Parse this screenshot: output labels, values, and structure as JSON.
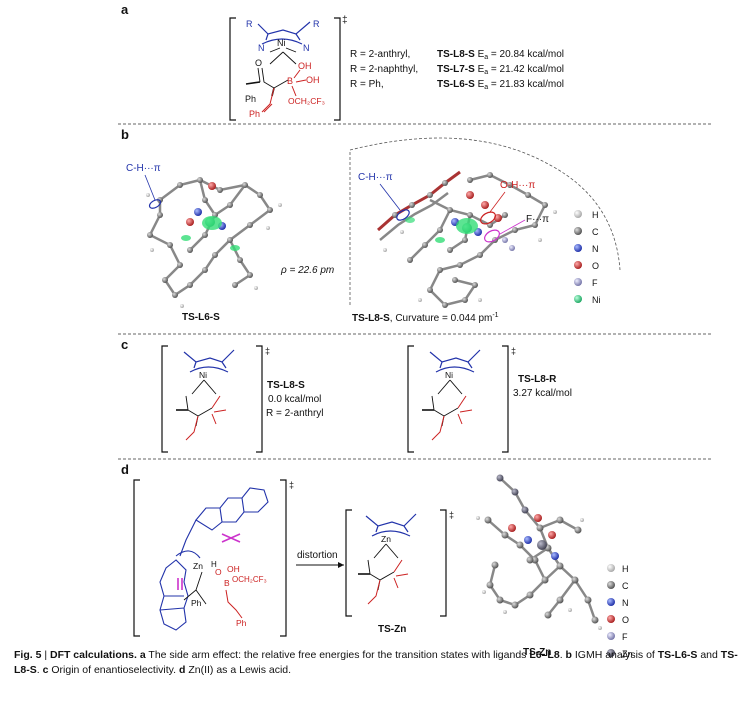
{
  "panels": {
    "a": {
      "letter": "a",
      "dagger": "‡",
      "ligand": {
        "R_left": "R",
        "R_right": "R",
        "N1": "N",
        "N2": "N",
        "metal": "Ni"
      },
      "substrate": {
        "O": "O",
        "Ph": "Ph",
        "B": "B",
        "OH1": "OH",
        "OH2": "OH",
        "OCH2CF3": "OCH₂CF₃",
        "Ph2": "Ph"
      },
      "r_list": [
        "R = 2-anthryl,",
        "R = 2-naphthyl,",
        "R = Ph,"
      ],
      "ts_names": [
        "TS-L8-S",
        "TS-L7-S",
        "TS-L6-S"
      ],
      "ea_symbol": "E",
      "ea_sub": "a",
      "ea_values": [
        "= 20.84 kcal/mol",
        "= 21.42 kcal/mol",
        "= 21.83 kcal/mol"
      ]
    },
    "b": {
      "letter": "b",
      "ch_pi_1": "C-H···π",
      "ch_pi_2": "C-H···π",
      "oh_pi": "O-H···π",
      "f_pi": "F···π",
      "rho": "ρ = 22.6 pm",
      "left_label": "TS-L6-S",
      "right_label_bold": "TS-L8-S",
      "right_label_rest": ", Curvature = 0.044 pm",
      "right_label_sup": "-1",
      "legend": [
        {
          "label": "H",
          "color": "#eeeeee"
        },
        {
          "label": "C",
          "color": "#888888"
        },
        {
          "label": "N",
          "color": "#4455bb"
        },
        {
          "label": "O",
          "color": "#cc4444"
        },
        {
          "label": "F",
          "color": "#9999cc"
        },
        {
          "label": "Ni",
          "color": "#44cc88"
        }
      ]
    },
    "c": {
      "letter": "c",
      "left_name": "TS-L8-S",
      "left_energy": "0.0 kcal/mol",
      "left_r": "R = 2-anthryl",
      "right_name": "TS-L8-R",
      "right_energy": "3.27 kcal/mol",
      "dagger": "‡",
      "metal": "Ni"
    },
    "d": {
      "letter": "d",
      "dagger": "‡",
      "metal": "Zn",
      "H": "H",
      "O": "O",
      "B": "B",
      "OH": "OH",
      "OCH2CF3": "OCH₂CF₃",
      "Ph": "Ph",
      "arrow_label": "distortion",
      "middle_name": "TS-Zn",
      "right_name": "TS-Zn",
      "legend": [
        {
          "label": "H",
          "color": "#eeeeee"
        },
        {
          "label": "C",
          "color": "#888888"
        },
        {
          "label": "N",
          "color": "#4455bb"
        },
        {
          "label": "O",
          "color": "#cc4444"
        },
        {
          "label": "F",
          "color": "#9999cc"
        },
        {
          "label": "Zn",
          "color": "#666677"
        }
      ]
    }
  },
  "caption": {
    "fig": "Fig. 5",
    "sep": " | ",
    "title": "DFT calculations.",
    "a_letter": "a",
    "a_text": " The side arm effect: the relative free energies for the transition states with ligands ",
    "a_ligands": "L6–L8",
    "a_end": ". ",
    "b_letter": "b",
    "b_text": " IGMH analysis of ",
    "b_ts1": "TS-L6-S",
    "b_and": " and ",
    "b_ts2": "TS-L8-S",
    "b_end": ". ",
    "c_letter": "c",
    "c_text": " Origin of enantioselectivity. ",
    "d_letter": "d",
    "d_text": " Zn(II) as a Lewis acid."
  }
}
